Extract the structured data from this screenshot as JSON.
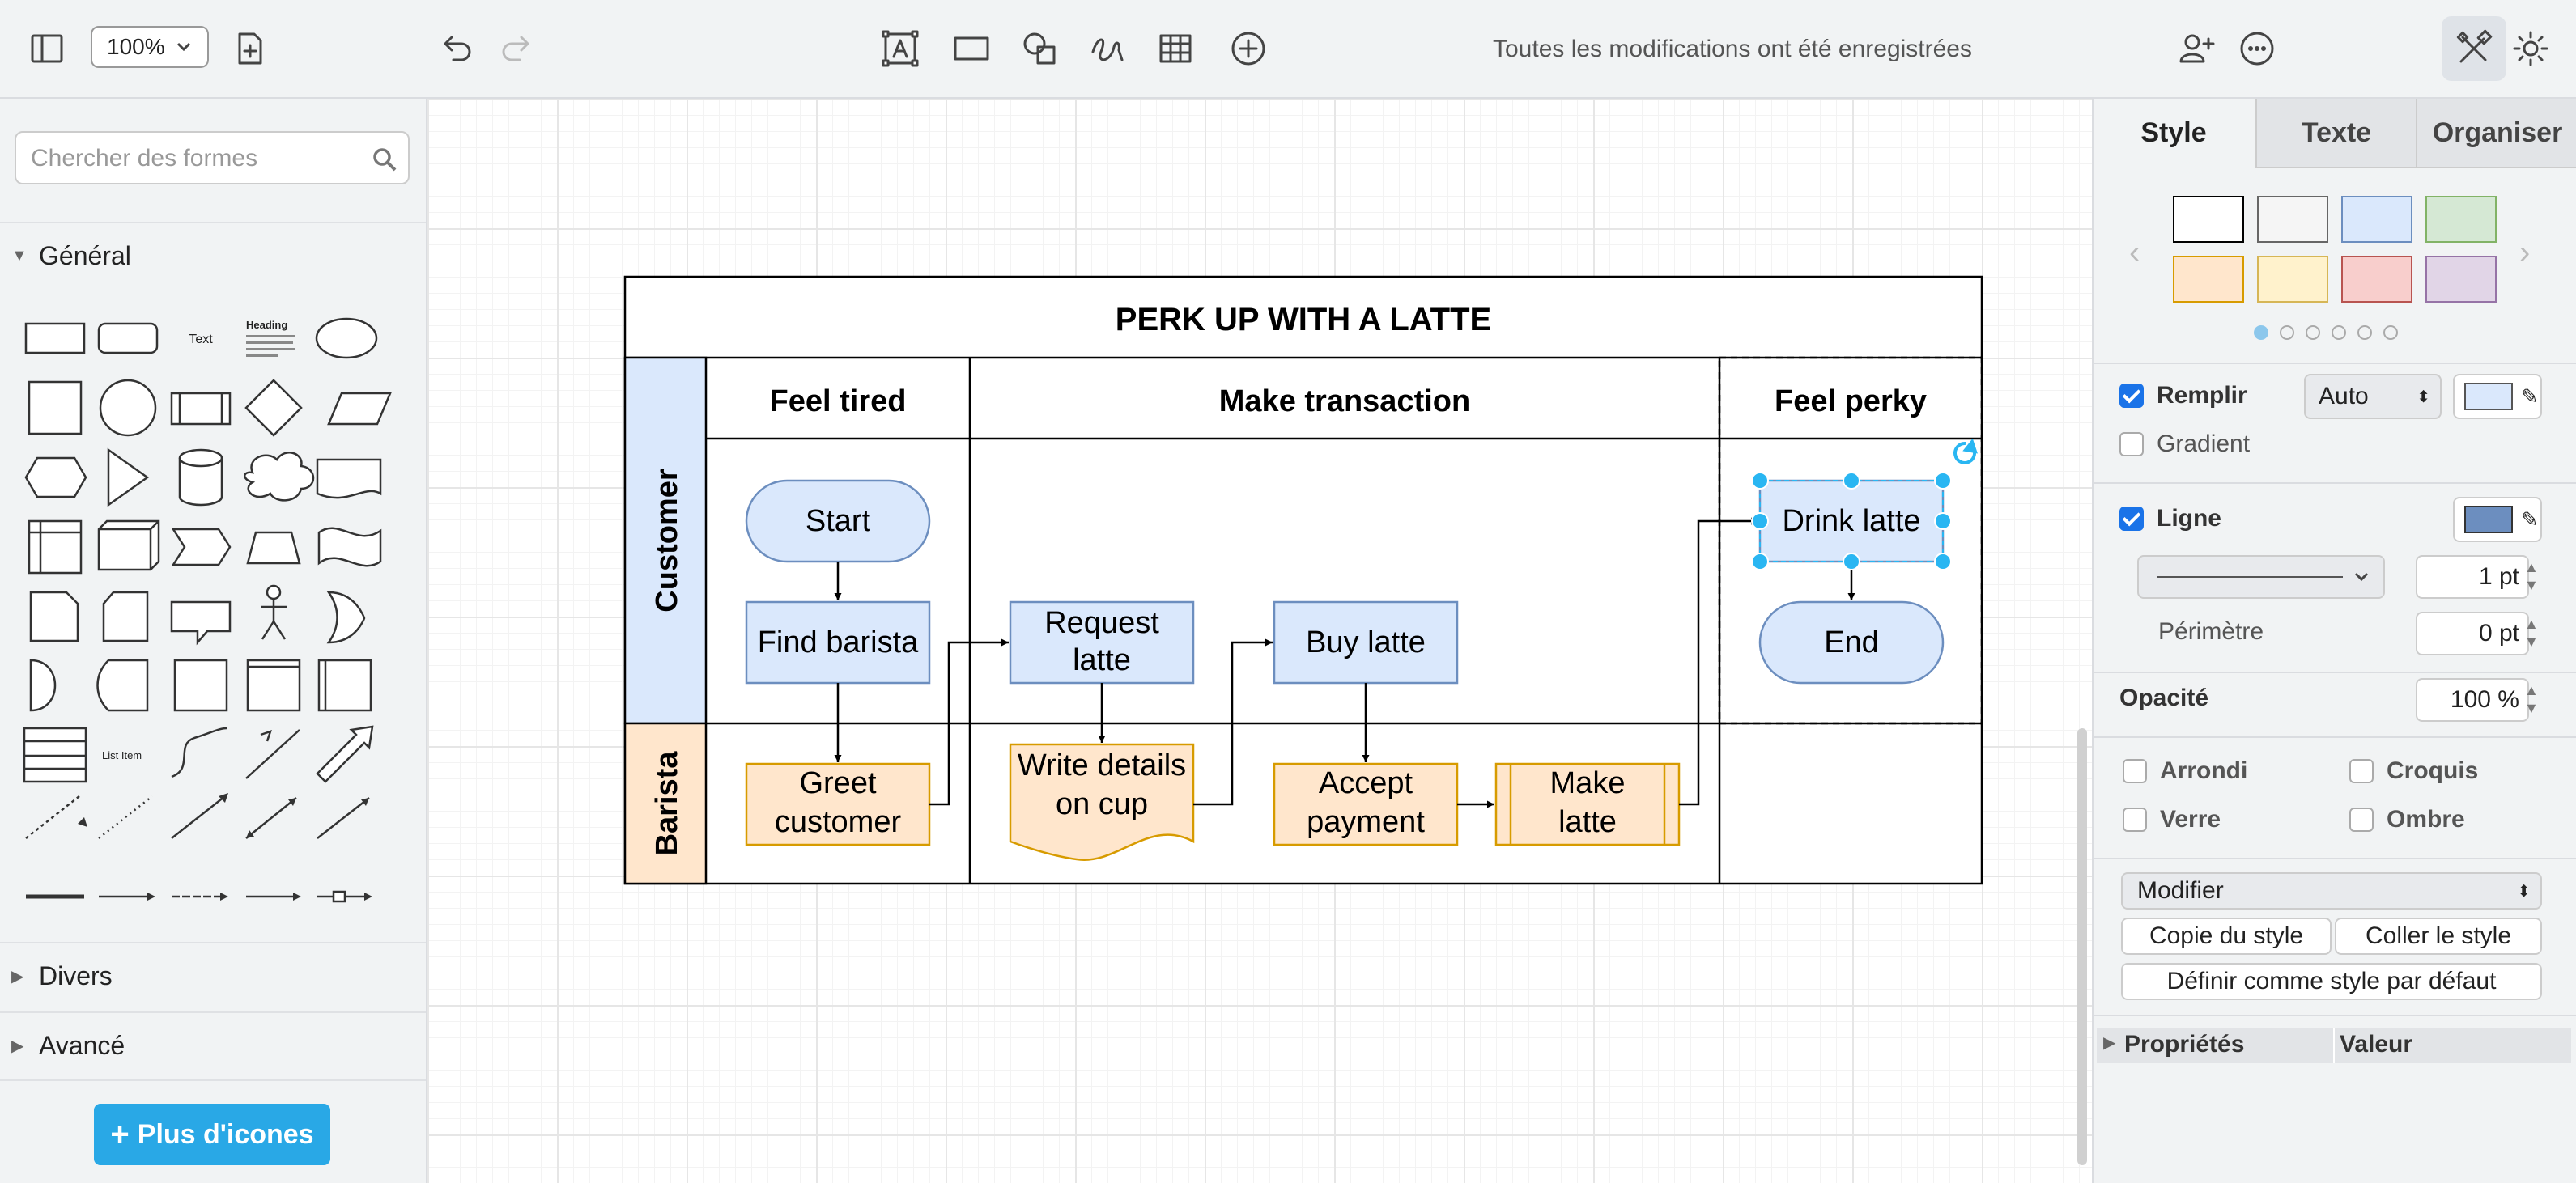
{
  "toolbar": {
    "zoom": "100%",
    "status": "Toutes les modifications ont été enregistrées",
    "icons": [
      "format-panel-icon",
      "new-page-icon",
      "undo-icon",
      "redo-icon",
      "text-icon",
      "rectangle-icon",
      "shapes-icon",
      "freehand-icon",
      "table-icon",
      "insert-icon",
      "share-icon",
      "more-icon",
      "format-icon",
      "theme-icon"
    ]
  },
  "sidebar": {
    "search_placeholder": "Chercher des formes",
    "sections": {
      "general": "Général",
      "misc": "Divers",
      "advanced": "Avancé"
    },
    "shape_labels": {
      "text": "Text",
      "heading": "Heading",
      "list_item": "List Item"
    },
    "more_shapes": "Plus d'icones"
  },
  "diagram": {
    "title": "PERK UP WITH A LATTE",
    "lanes": [
      "Customer",
      "Barista"
    ],
    "phases": [
      "Feel tired",
      "Make transaction",
      "Feel perky"
    ],
    "nodes": {
      "start": "Start",
      "find_barista": "Find barista",
      "request_latte": [
        "Request",
        "latte"
      ],
      "buy_latte": "Buy latte",
      "drink_latte": "Drink latte",
      "end": "End",
      "greet_customer": [
        "Greet",
        "customer"
      ],
      "write_details": [
        "Write details",
        "on cup"
      ],
      "accept_payment": [
        "Accept",
        "payment"
      ],
      "make_latte": [
        "Make",
        "latte"
      ]
    },
    "colors": {
      "blue_fill": "#dae8fc",
      "blue_stroke": "#6c8ebf",
      "orange_fill": "#ffe6cc",
      "orange_stroke": "#d79b00",
      "selection": "#29b6f2"
    }
  },
  "panel": {
    "tabs": [
      "Style",
      "Texte",
      "Organiser"
    ],
    "swatches": [
      "#ffffff",
      "#f5f5f5",
      "#dae8fc",
      "#d5e8d4",
      "#ffe6cc",
      "#fff2cc",
      "#f8cecc",
      "#e1d5e7"
    ],
    "swatch_strokes": [
      "#000000",
      "#666666",
      "#6c8ebf",
      "#82b366",
      "#d79b00",
      "#d6b656",
      "#b85450",
      "#9673a6"
    ],
    "fill": {
      "label": "Remplir",
      "checked": true,
      "mode": "Auto",
      "color": "#dae8fc"
    },
    "gradient": {
      "label": "Gradient",
      "checked": false
    },
    "line": {
      "label": "Ligne",
      "checked": true,
      "color": "#6c8ebf",
      "width": "1 pt"
    },
    "perimeter": {
      "label": "Périmètre",
      "value": "0 pt"
    },
    "opacity": {
      "label": "Opacité",
      "value": "100 %"
    },
    "options": {
      "rounded": "Arrondi",
      "sketch": "Croquis",
      "glass": "Verre",
      "shadow": "Ombre"
    },
    "edit_select": "Modifier",
    "copy_style": "Copie du style",
    "paste_style": "Coller le style",
    "set_default": "Définir comme style par défaut",
    "properties": {
      "name": "Propriétés",
      "value": "Valeur"
    }
  }
}
